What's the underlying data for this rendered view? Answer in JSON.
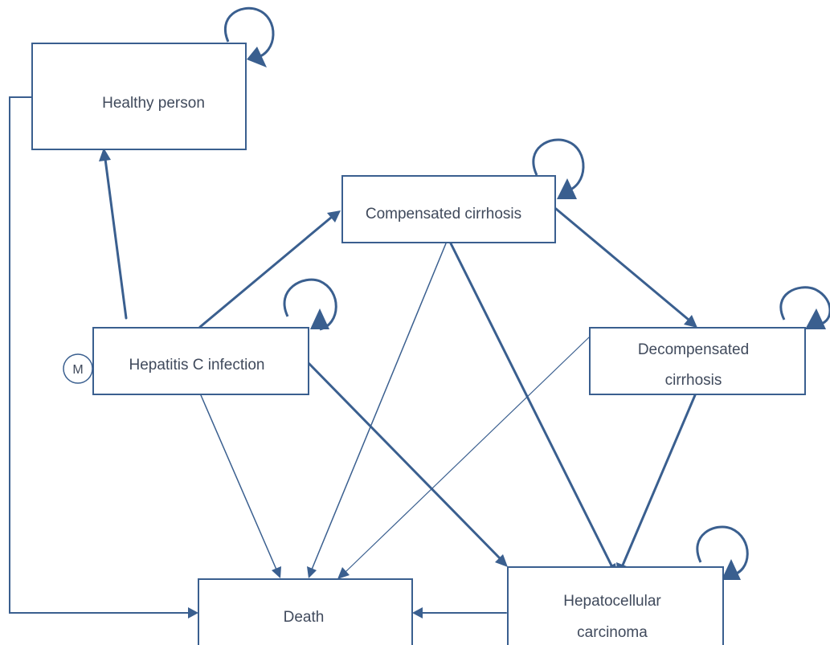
{
  "states": {
    "healthy": "Healthy person",
    "compensated": "Compensated cirrhosis",
    "hepatitis": "Hepatitis C infection",
    "decompensated_1": "Decompensated",
    "decompensated_2": "cirrhosis",
    "death": "Death",
    "hcc_1": "Hepatocellular",
    "hcc_2": "carcinoma"
  },
  "markov_marker": "M",
  "colors": {
    "line": "#3a5f8f",
    "text": "#404a5c"
  }
}
